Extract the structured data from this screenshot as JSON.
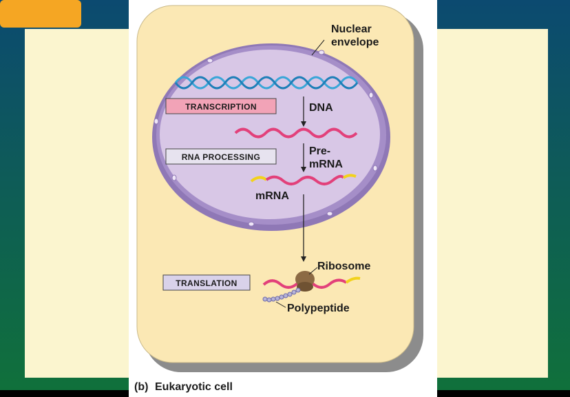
{
  "diagram": {
    "labels": {
      "nuclear_envelope_line1": "Nuclear",
      "nuclear_envelope_line2": "envelope",
      "dna": "DNA",
      "pre_mrna_line1": "Pre-",
      "pre_mrna_line2": "mRNA",
      "mrna": "mRNA",
      "ribosome": "Ribosome",
      "polypeptide": "Polypeptide"
    },
    "steps": {
      "transcription": "TRANSCRIPTION",
      "rna_processing": "RNA PROCESSING",
      "translation": "TRANSLATION"
    },
    "caption": {
      "part": "(b)",
      "title": "Eukaryotic cell"
    },
    "colors": {
      "cytoplasm": "#fbe8b4",
      "cell_shadow": "#8c8c8c",
      "nucleus": "#d8c7e6",
      "nuclear_envelope": "#a58ec8",
      "dna": "#3aa6d8",
      "rna": "#e2407a",
      "cap": "#f2d21c",
      "transcription_box": "#f2a3b7",
      "processing_box": "#e7e3ef",
      "translation_box": "#d9d2ea",
      "ribosome": "#8c6a44",
      "polypeptide": "#b6b4d8",
      "slide_green": "#0e6a3a",
      "slide_teal": "#0d4f72",
      "slide_panel": "#fbf5cf",
      "slide_accent": "#f5a623"
    }
  }
}
